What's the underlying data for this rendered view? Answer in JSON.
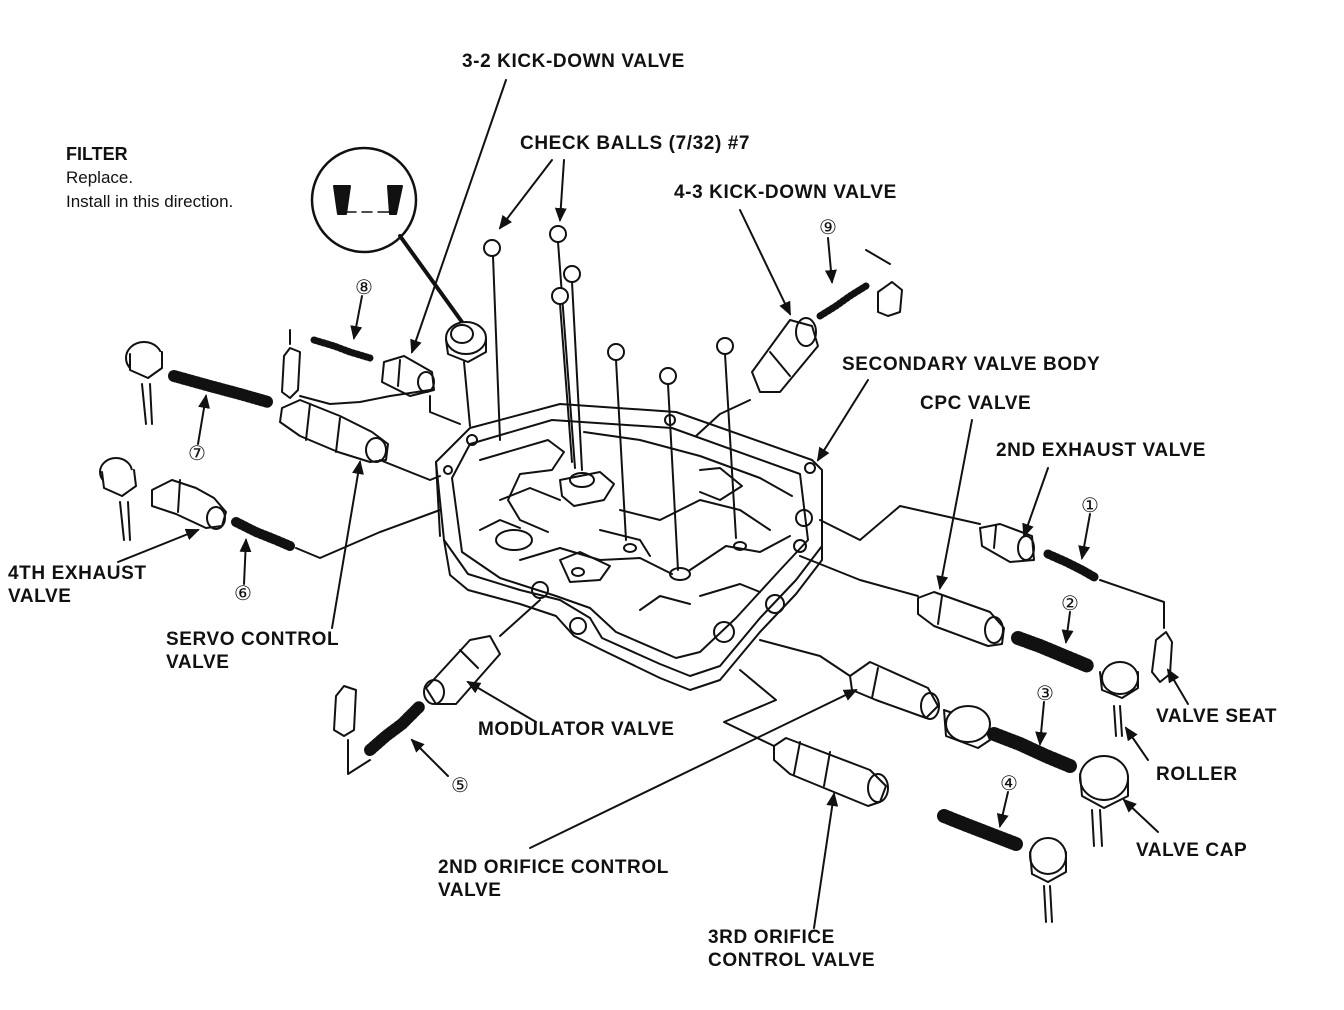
{
  "filter": {
    "title": "FILTER",
    "line1": "Replace.",
    "line2": "Install in this direction."
  },
  "labels": {
    "kickdown_32": "3-2 KICK-DOWN VALVE",
    "check_balls": "CHECK BALLS (7/32) #7",
    "kickdown_43": "4-3 KICK-DOWN VALVE",
    "secondary_body": "SECONDARY VALVE BODY",
    "cpc": "CPC VALVE",
    "exhaust_2nd": "2ND EXHAUST VALVE",
    "valve_seat": "VALVE SEAT",
    "roller": "ROLLER",
    "valve_cap": "VALVE CAP",
    "exhaust_4th_l1": "4TH EXHAUST",
    "exhaust_4th_l2": "VALVE",
    "servo_l1": "SERVO CONTROL",
    "servo_l2": "VALVE",
    "modulator": "MODULATOR VALVE",
    "orifice_2nd_l1": "2ND ORIFICE CONTROL",
    "orifice_2nd_l2": "VALVE",
    "orifice_3rd_l1": "3RD ORIFICE",
    "orifice_3rd_l2": "CONTROL VALVE"
  },
  "spring_numbers": [
    "①",
    "②",
    "③",
    "④",
    "⑤",
    "⑥",
    "⑦",
    "⑧",
    "⑨"
  ]
}
